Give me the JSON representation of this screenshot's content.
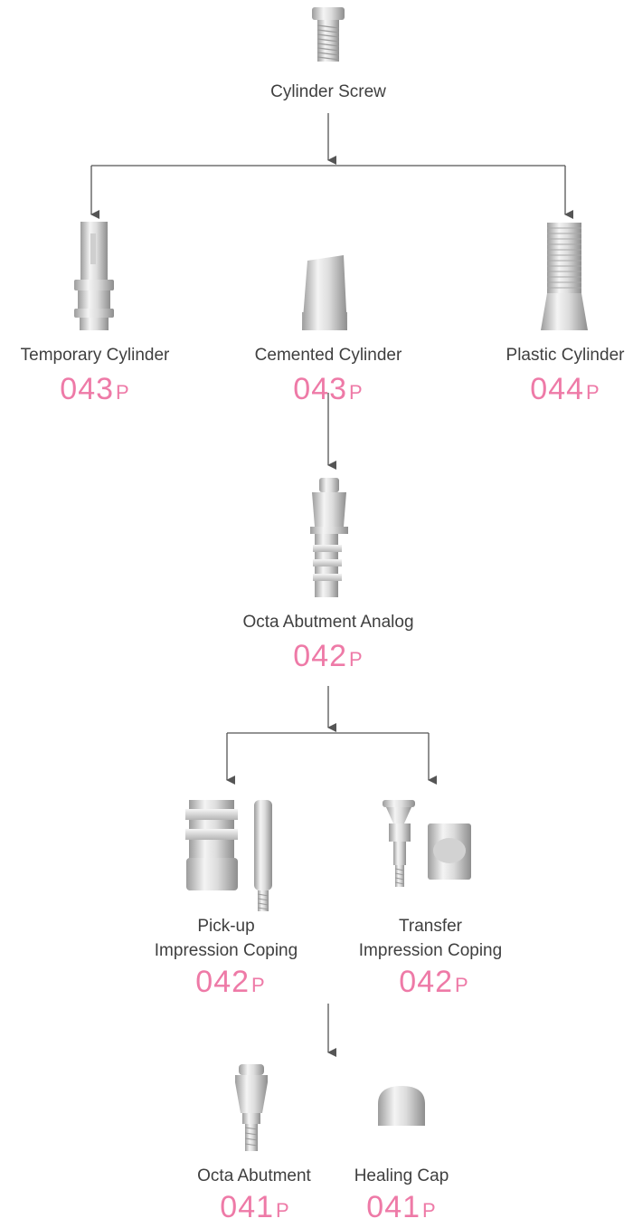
{
  "nodes": {
    "cylinder_screw": {
      "label": "Cylinder Screw"
    },
    "temporary_cylinder": {
      "label": "Temporary Cylinder",
      "page": "043",
      "page_suffix": "P"
    },
    "cemented_cylinder": {
      "label": "Cemented Cylinder",
      "page": "043",
      "page_suffix": "P"
    },
    "plastic_cylinder": {
      "label": "Plastic Cylinder",
      "page": "044",
      "page_suffix": "P"
    },
    "octa_abutment_analog": {
      "label": "Octa Abutment Analog",
      "page": "042",
      "page_suffix": "P"
    },
    "pickup_coping": {
      "label_line1": "Pick-up",
      "label_line2": "Impression Coping",
      "page": "042",
      "page_suffix": "P"
    },
    "transfer_coping": {
      "label_line1": "Transfer",
      "label_line2": "Impression Coping",
      "page": "042",
      "page_suffix": "P"
    },
    "octa_abutment": {
      "label": "Octa Abutment",
      "page": "041",
      "page_suffix": "P"
    },
    "healing_cap": {
      "label": "Healing Cap",
      "page": "041",
      "page_suffix": "P"
    }
  },
  "colors": {
    "page_number": "#ee7aa7",
    "connector": "#555555",
    "metal_light": "#f2f2f2",
    "metal_dark": "#a8a8a8"
  }
}
